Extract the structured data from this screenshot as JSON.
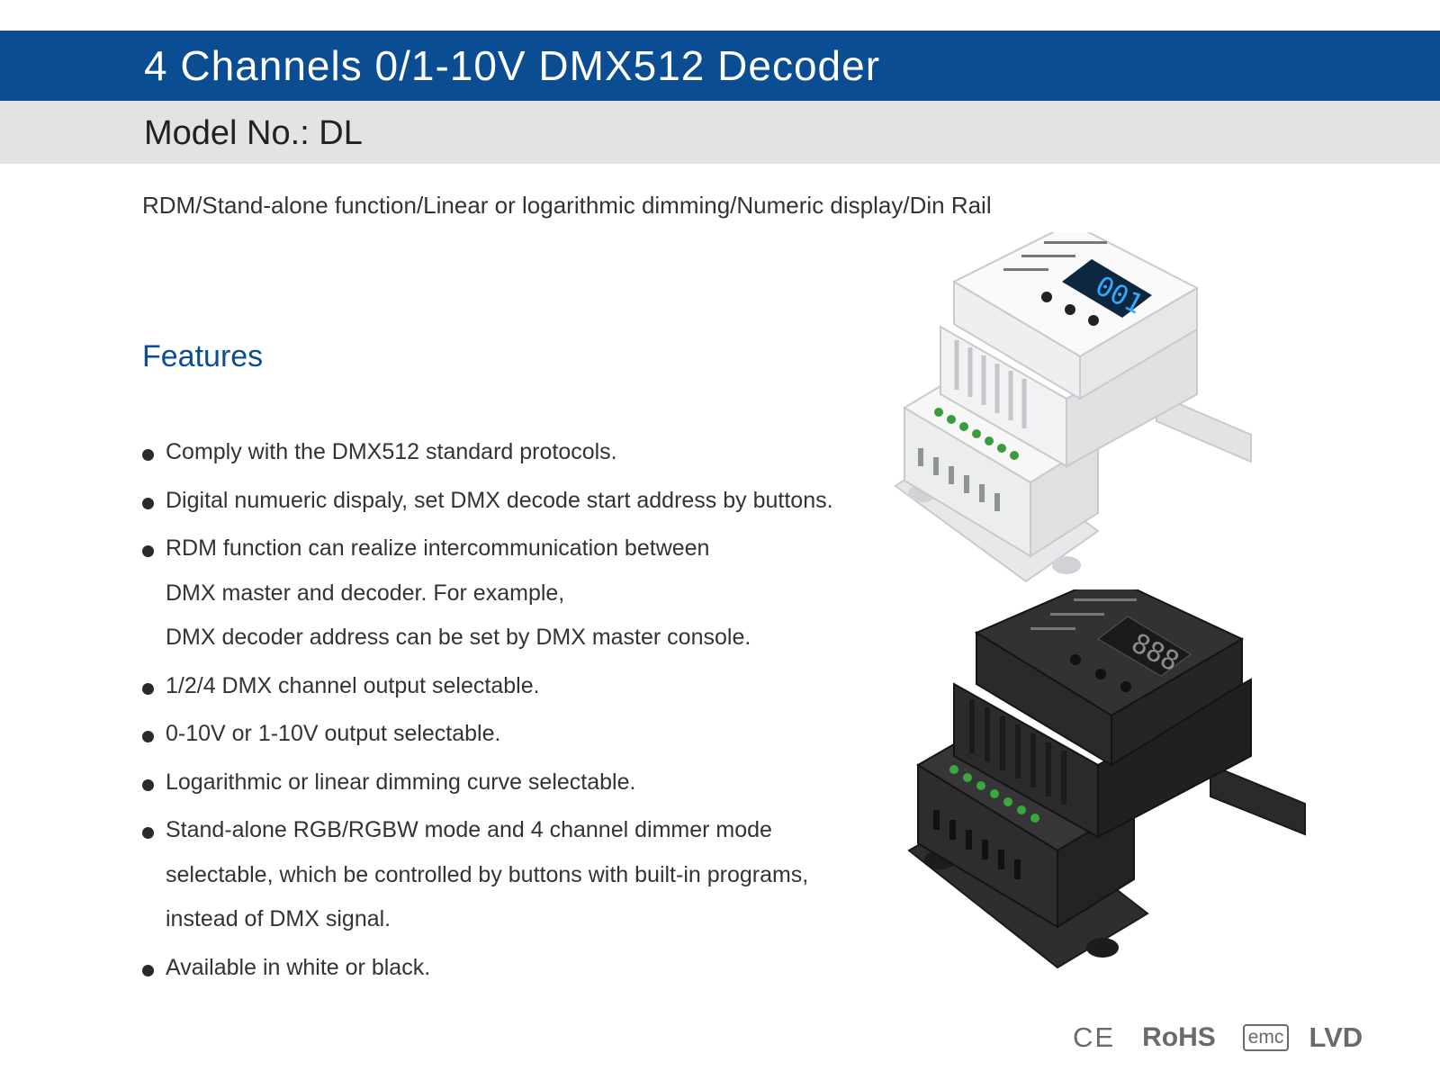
{
  "header": {
    "title": "4 Channels 0/1-10V DMX512 Decoder",
    "model": "Model No.: DL",
    "accent_color": "#0b4d93",
    "model_bar_color": "#e3e3e3"
  },
  "subtitle": "RDM/Stand-alone function/Linear or logarithmic dimming/Numeric display/Din Rail",
  "features": {
    "heading": "Features",
    "items": [
      [
        "Comply with the DMX512 standard protocols."
      ],
      [
        "Digital numueric dispaly, set DMX decode start address by buttons."
      ],
      [
        "RDM function can realize intercommunication between",
        "DMX master and decoder.  For example,",
        "DMX decoder address can be set by DMX master console."
      ],
      [
        "1/2/4 DMX channel output selectable."
      ],
      [
        "0-10V or 1-10V output selectable."
      ],
      [
        "Logarithmic or linear dimming curve selectable."
      ],
      [
        "Stand-alone RGB/RGBW mode and 4 channel dimmer mode",
        "selectable, which be controlled by buttons with built-in programs,",
        "instead of DMX signal."
      ],
      [
        "Available in white or black."
      ]
    ]
  },
  "products": {
    "white": {
      "display": "001",
      "color": "#f4f5f6"
    },
    "black": {
      "display": "888",
      "color": "#2b2b2d"
    }
  },
  "certifications": {
    "ce": "CE",
    "rohs": "RoHS",
    "emc": "emc",
    "lvd": "LVD"
  }
}
